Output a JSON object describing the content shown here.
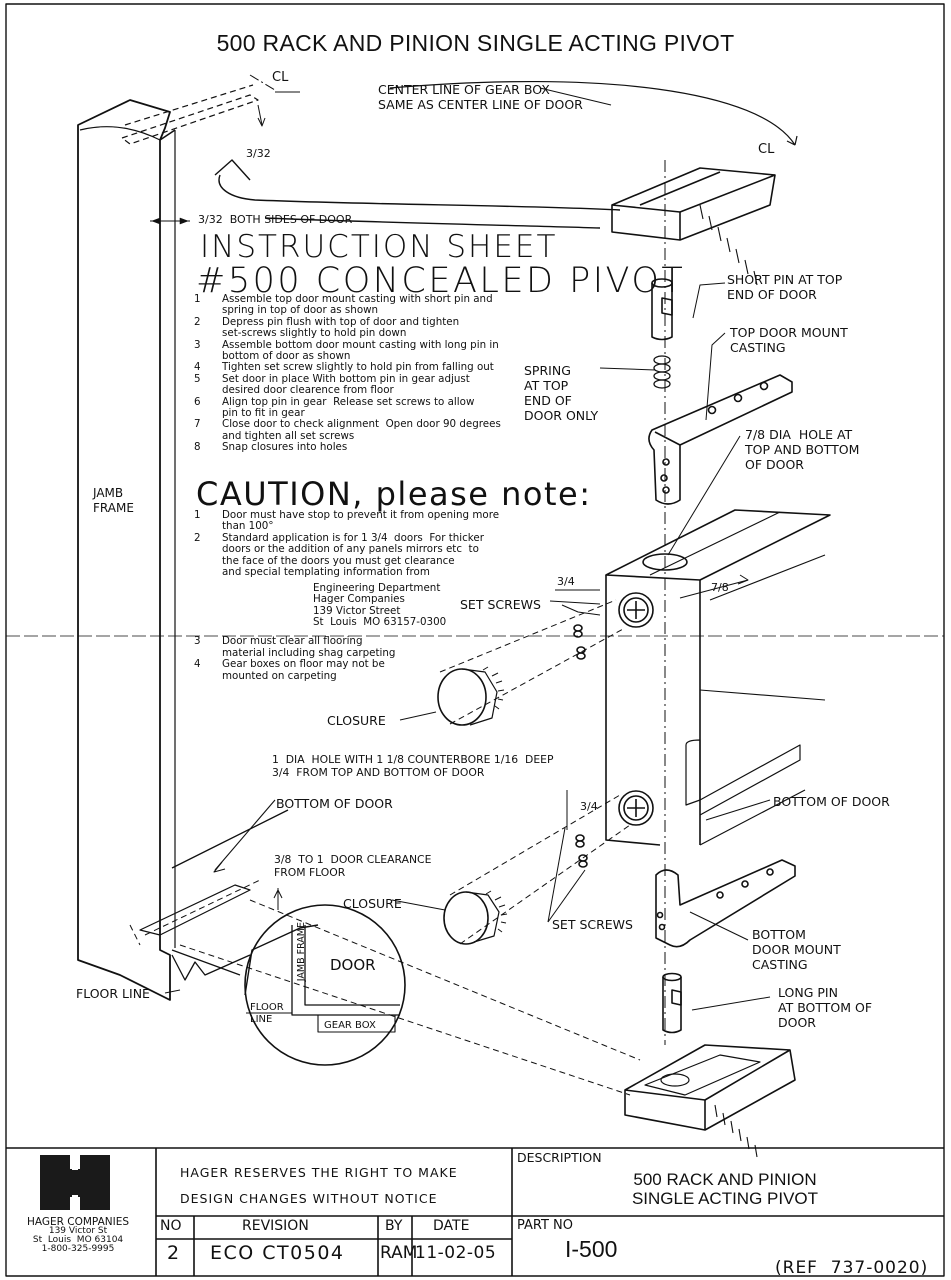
{
  "title": "500 RACK AND PINION SINGLE ACTING PIVOT",
  "labels": {
    "centerline": "CENTER LINE OF GEAR BOX\nSAME AS CENTER LINE OF DOOR",
    "cl_mark": "CL",
    "dim_top": "3/32",
    "dim_sides": "3/32  BOTH SIDES OF DOOR",
    "short_pin": "SHORT PIN AT TOP\nEND OF DOOR",
    "top_mount": "TOP DOOR MOUNT\nCASTING",
    "spring": "SPRING\nAT TOP\nEND OF\nDOOR ONLY",
    "hole_78": "7/8 DIA  HOLE AT\nTOP AND BOTTOM\nOF DOOR",
    "jamb": "JAMB\nFRAME",
    "dim_34_top": "3/4",
    "dim_78": "7/8",
    "set_screws_top": "SET SCREWS",
    "closure_top": "CLOSURE",
    "hole_1dia": "1  DIA  HOLE WITH 1 1/8 COUNTERBORE 1/16  DEEP\n3/4  FROM TOP AND BOTTOM OF DOOR",
    "bottom_left": "BOTTOM OF DOOR",
    "bottom_right": "BOTTOM OF DOOR",
    "dim_34_bottom": "3/4",
    "clearance": "3/8  TO 1  DOOR CLEARANCE\nFROM FLOOR",
    "closure_bottom": "CLOSURE",
    "set_screws_bottom": "SET SCREWS",
    "bottom_mount": "BOTTOM\nDOOR MOUNT\nCASTING",
    "floor_line": "FLOOR LINE",
    "long_pin": "LONG PIN\nAT BOTTOM OF\nDOOR",
    "detail_jamb": "JAMB FRAME",
    "detail_door": "DOOR",
    "detail_floor": "FLOOR\nLINE",
    "detail_gearbox": "GEAR BOX"
  },
  "instruction": {
    "heading1": "INSTRUCTION SHEET",
    "heading2": "#500 CONCEALED PIVOT",
    "steps": [
      {
        "n": "1",
        "text": "Assemble top door mount casting with short pin and\nspring in top of door as shown"
      },
      {
        "n": "2",
        "text": "Depress pin flush with top of door and tighten\nset-screws slightly to hold pin down"
      },
      {
        "n": "3",
        "text": "Assemble bottom door mount casting with long pin in\nbottom of door as shown"
      },
      {
        "n": "4",
        "text": "Tighten set screw slightly to hold pin from falling out"
      },
      {
        "n": "5",
        "text": "Set door in place With bottom pin in gear adjust\ndesired door clearence from floor"
      },
      {
        "n": "6",
        "text": "Align top pin in gear  Release set screws to allow\npin to fit in gear"
      },
      {
        "n": "7",
        "text": "Close door to check alignment  Open door 90 degrees\nand tighten all set screws"
      },
      {
        "n": "8",
        "text": "Snap closures into holes"
      }
    ]
  },
  "caution": {
    "heading": "CAUTION, please note:",
    "steps": [
      {
        "n": "1",
        "text": "Door must have stop to prevent it from opening more\nthan 100°"
      },
      {
        "n": "2",
        "text": "Standard application is for 1 3/4  doors  For thicker\ndoors or the addition of any panels mirrors etc  to\nthe face of the doors you must get clearance\nand special templating information from"
      },
      {
        "n": "3",
        "text": "Door must clear all flooring\nmaterial including shag carpeting"
      },
      {
        "n": "4",
        "text": "Gear boxes on floor may not be\nmounted on carpeting"
      }
    ],
    "address": "Engineering Department\nHager Companies\n139 Victor Street\nSt  Louis  MO 63157-0300"
  },
  "titleblock": {
    "company": "HAGER COMPANIES",
    "street": "139 Victor St",
    "city": "St  Louis  MO 63104",
    "phone": "1-800-325-9995",
    "notice": "HAGER RESERVES THE RIGHT TO MAKE\nDESIGN CHANGES WITHOUT NOTICE",
    "desc_label": "DESCRIPTION",
    "description": "500 RACK AND PINION\nSINGLE ACTING PIVOT",
    "col_no": "NO",
    "col_revision": "REVISION",
    "col_by": "BY",
    "col_date": "DATE",
    "partno_label": "PART NO",
    "rev_no": "2",
    "revision": "ECO CT0504",
    "by": "RAM",
    "date": "11-02-05",
    "part_no": "I-500",
    "ref": "(REF  737-0020)"
  },
  "colors": {
    "ink": "#111111",
    "paper": "#ffffff",
    "logo": "#1a1a1a"
  }
}
